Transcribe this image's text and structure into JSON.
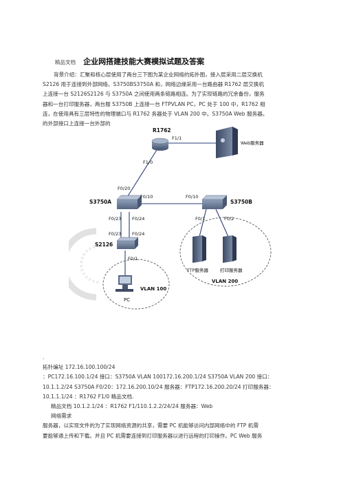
{
  "header": {
    "prefix": "精品文档",
    "title": "企业网搭建技能大赛模拟试题及答案"
  },
  "intro": [
    "背景介绍：汇聚和核心层使用了两台三下图为某企业网络的拓扑图，接入层采用二层交换机",
    "S2126 用于连接到外部网络。S3750BS3750A 和，网络边缘采用一台路由器 R1762 层交换机",
    "上连接一台 S2126S2126 与 S3750A 之间使用两条链路相连。为了实现链路的冗余备份，服务",
    "器和一台打印服务器，两台服 S3750B 上连接一台 FTPVLAN PC，PC 处于 100 中，R1762 相",
    "连，在使用具有三层特性的物理端口与 R1762 务器处于 VLAN 200 中。S3750A Web 服务器。",
    "的外部接口上连接一台外部的"
  ],
  "diagram": {
    "router": "R1762",
    "core_switch": "S3750A",
    "dist_switch": "S3750B",
    "access_switch": "S2126",
    "web_server": "Web服务器",
    "ftp_server": "FTP服务器",
    "print_server": "打印服务器",
    "pc": "PC",
    "vlan100": "VLAN 100",
    "vlan200": "VLAN 200",
    "ports": {
      "r_f11": "F1/1",
      "r_f10": "F1/0",
      "a_f020": "F0/20",
      "a_f010": "F0/10",
      "b_f010": "F0/10",
      "a_f023": "F0/23",
      "a_f024": "F0/24",
      "s_f023": "F0/23",
      "s_f024": "F0/24",
      "s_f01": "F0/1",
      "b_f01": "F0/1",
      "b_f02": "F0/2"
    }
  },
  "bottom": {
    "dot": ".",
    "lines": [
      "拓扑编址 172.16.100.100/24",
      "：PC172.16.100.1/24 接口：S3750A VLAN 100172.16.200.1/24 S3750A VLAN 200 接口：",
      "10.1.1.2/24 S3750A F0/20：172.16.200.10/24 服务器：FTP172.16.200.20/24 打印服务器：",
      "10.1.1.1/24 ：R1762 F1/0 精品文档."
    ],
    "line5": "精品文档 10.1.2.1/24 ：R1762 F1/110.1.2.2/24/24 服务器：Web",
    "line6": "网络需求",
    "line7": "服务器，以实现文件的为了实现网络资源的共享，需要 PC 机能够访问内部网络中的 FTP 机需",
    "line8": "要能够通上传和下载。并且 PC 机需要连接到打印服务器以进行远程的打印操作。PC Web 服务"
  }
}
